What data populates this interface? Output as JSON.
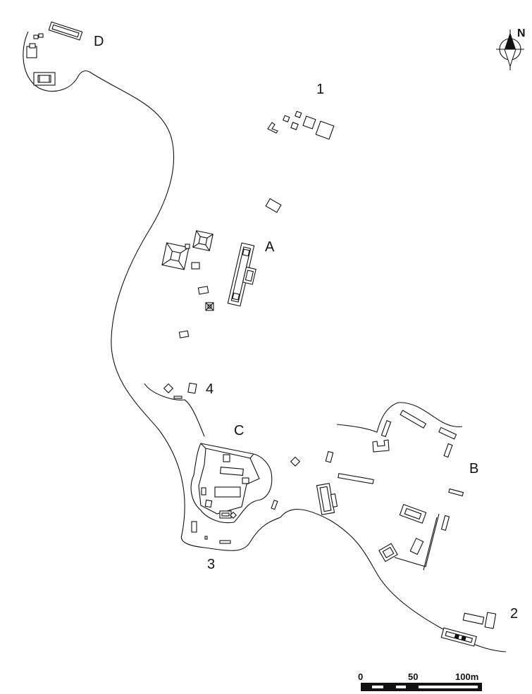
{
  "map": {
    "zone_labels": {
      "d": "D",
      "one": "1",
      "a": "A",
      "four": "4",
      "c": "C",
      "b": "B",
      "three": "3",
      "two": "2"
    },
    "north_arrow": {
      "label": "N",
      "icon": "north-arrow-icon"
    },
    "scale_bar": {
      "tick_0": "0",
      "tick_50": "50",
      "tick_100": "100m"
    }
  }
}
